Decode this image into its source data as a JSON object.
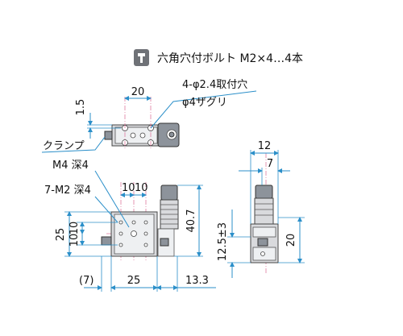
{
  "legend": {
    "icon": "bolt-head-icon",
    "text": "六角穴付ボルト M2×4…4本"
  },
  "top_view": {
    "dim_width": "20",
    "dim_height": "1.5",
    "callout_holes": "4-φ2.4取付穴",
    "callout_counterbore": "φ4ザグリ",
    "callout_clamp": "クランプ"
  },
  "front_view": {
    "label_m4": "M4 深4",
    "label_m2": "7-M2 深4",
    "dim_top_left": "10",
    "dim_top_right": "10",
    "dim_left_25": "25",
    "dim_left_10a": "10",
    "dim_left_10b": "10",
    "dim_height": "40.7",
    "dim_bottom_7": "(7)",
    "dim_bottom_25": "25",
    "dim_bottom_133": "13.3"
  },
  "side_view": {
    "dim_12": "12",
    "dim_7": "7",
    "dim_125": "12.5±3",
    "dim_20": "20"
  },
  "colors": {
    "dimension": "#2b8fc9",
    "centerline": "#e07aa0",
    "body": "#d9dadd",
    "dark_part": "#8d939b"
  }
}
